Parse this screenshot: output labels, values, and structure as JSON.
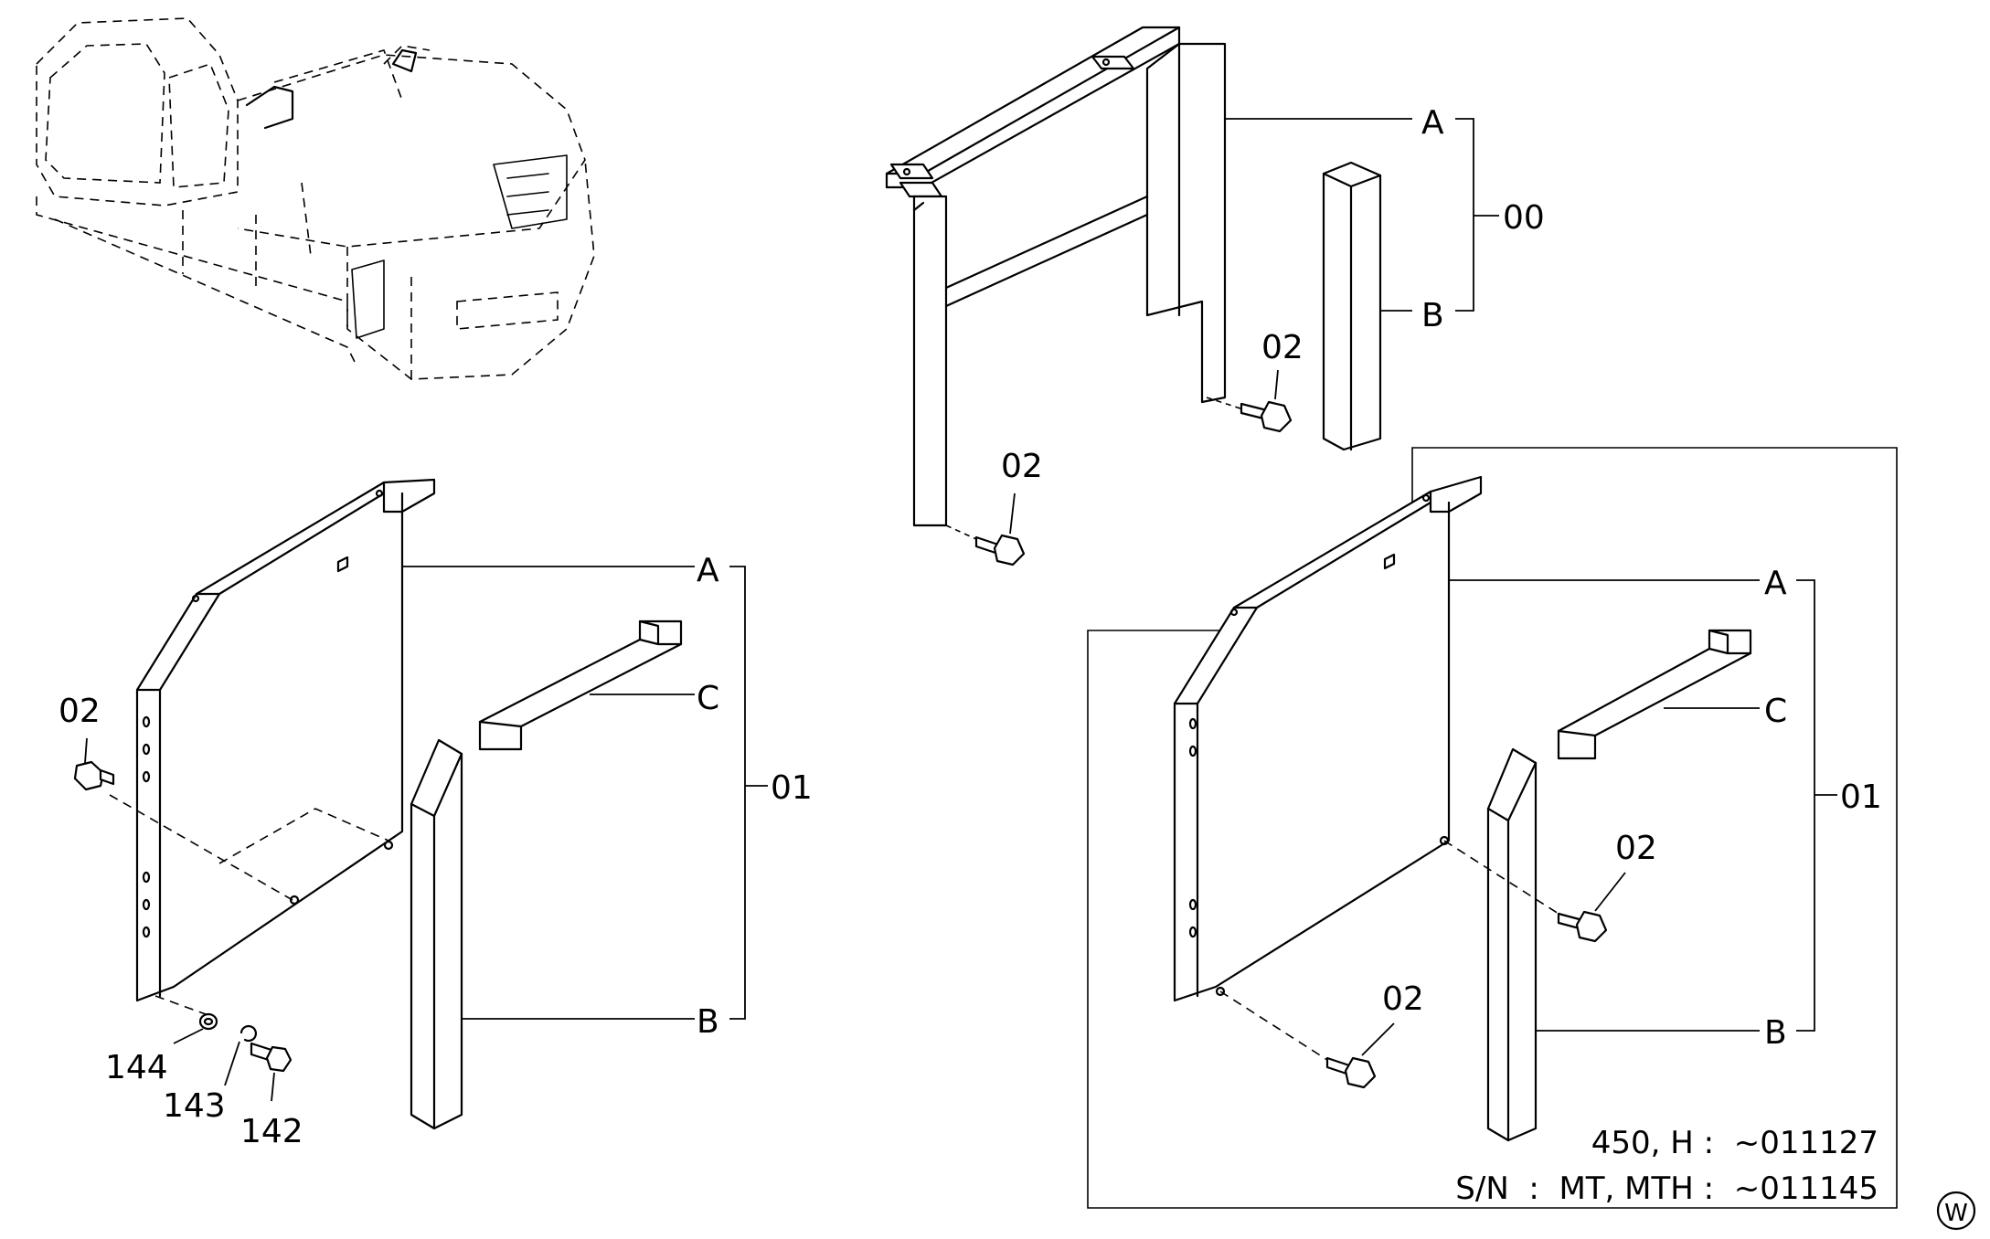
{
  "labels": {
    "top_A": "A",
    "top_B": "B",
    "top_00": "00",
    "top_02_right": "02",
    "top_02_left": "02",
    "left_A": "A",
    "left_C": "C",
    "left_B": "B",
    "left_01": "01",
    "left_02": "02",
    "left_144": "144",
    "left_143": "143",
    "left_142": "142",
    "right_A": "A",
    "right_C": "C",
    "right_B": "B",
    "right_01": "01",
    "right_02_upper": "02",
    "right_02_lower": "02"
  },
  "notes": {
    "line1": "450, H :  ~011127",
    "line2": "S/N  :  MT, MTH :  ~011145"
  },
  "corner_symbol": "W"
}
